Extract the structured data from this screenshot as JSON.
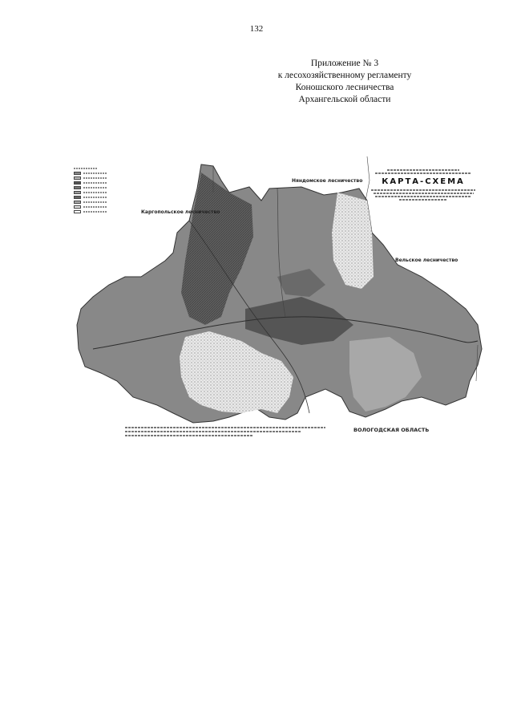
{
  "page_number": "132",
  "header": {
    "line1": "Приложение № 3",
    "line2": "к лесохозяйственному регламенту",
    "line3": "Коношского лесничества",
    "line4": "Архангельской области"
  },
  "map": {
    "title": "КАРТА-СХЕМА",
    "labels": {
      "kargopol": "Каргопольское лесничество",
      "nyandoma": "Няндомское лесничество",
      "velsk": "Вельское лесничество",
      "vologda": "ВОЛОГОДСКАЯ ОБЛАСТЬ"
    },
    "colors": {
      "forest_dark": "#6e6e6e",
      "forest_mid": "#8f8f8f",
      "light": "#e6e6e6",
      "outline": "#333333"
    }
  }
}
